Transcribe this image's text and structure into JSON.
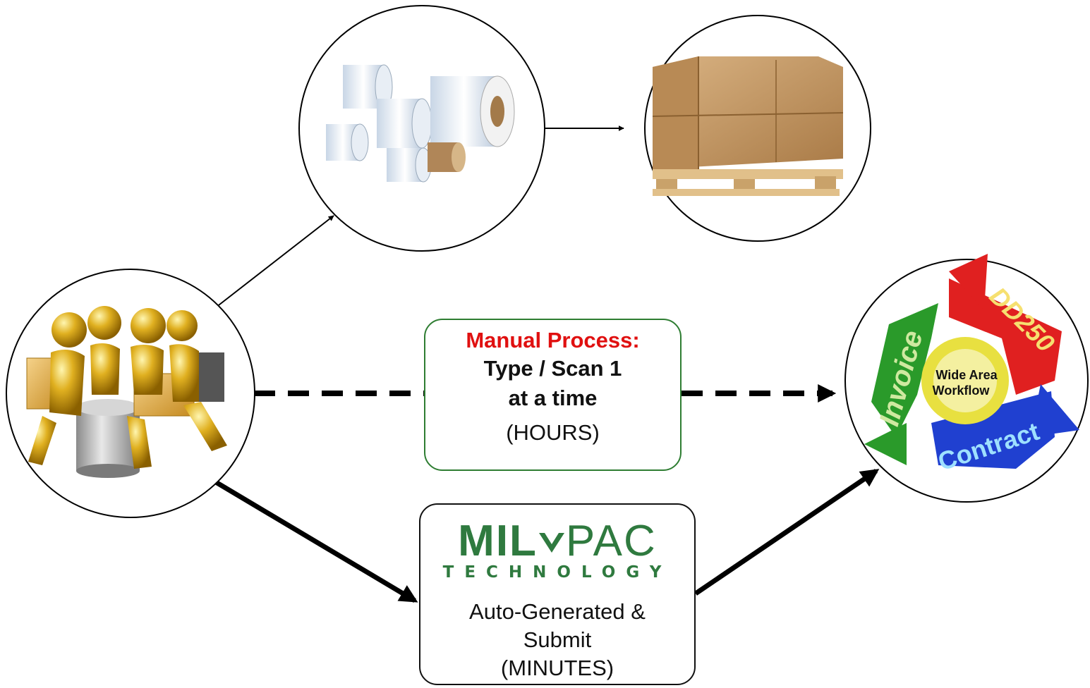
{
  "manual": {
    "heading": "Manual Process:",
    "line1": "Type / Scan 1",
    "line2": "at a time",
    "duration": "(HOURS)"
  },
  "auto": {
    "logo_mil": "MIL",
    "logo_pac": "PAC",
    "logo_sub": "TECHNOLOGY",
    "line1": "Auto-Generated &",
    "line2": "Submit",
    "duration": "(MINUTES)"
  },
  "workflow": {
    "center_line1": "Wide Area",
    "center_line2": "Workflow",
    "arc_invoice": "Invoice",
    "arc_dd250": "DD250",
    "arc_contract": "Contract"
  },
  "colors": {
    "manual_heading": "#e01010",
    "manual_border": "#2e7d32",
    "logo_green": "#2f7a3f",
    "arrow": "#000000"
  }
}
